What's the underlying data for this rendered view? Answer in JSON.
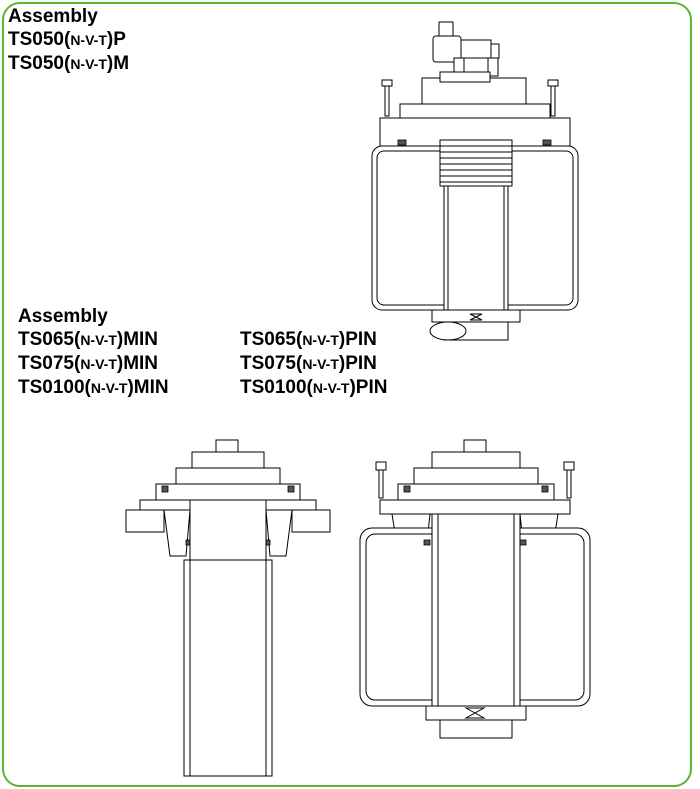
{
  "colors": {
    "frame_border": "#5cb531",
    "line": "#000000",
    "background": "#ffffff"
  },
  "top_section": {
    "heading": "Assembly",
    "models": [
      {
        "prefix": "TS050(",
        "code": "N-V-T",
        "suffix": ")P"
      },
      {
        "prefix": "TS050(",
        "code": "N-V-T",
        "suffix": ")M"
      }
    ]
  },
  "bottom_section": {
    "heading": "Assembly",
    "models_left": [
      {
        "prefix": "TS065(",
        "code": "N-V-T",
        "suffix": ")MIN"
      },
      {
        "prefix": "TS075(",
        "code": "N-V-T",
        "suffix": ")MIN"
      },
      {
        "prefix": "TS0100(",
        "code": "N-V-T",
        "suffix": ")MIN"
      }
    ],
    "models_right": [
      {
        "prefix": "TS065(",
        "code": "N-V-T",
        "suffix": ")PIN"
      },
      {
        "prefix": "TS075(",
        "code": "N-V-T",
        "suffix": ")PIN"
      },
      {
        "prefix": "TS0100(",
        "code": "N-V-T",
        "suffix": ")PIN"
      }
    ]
  }
}
